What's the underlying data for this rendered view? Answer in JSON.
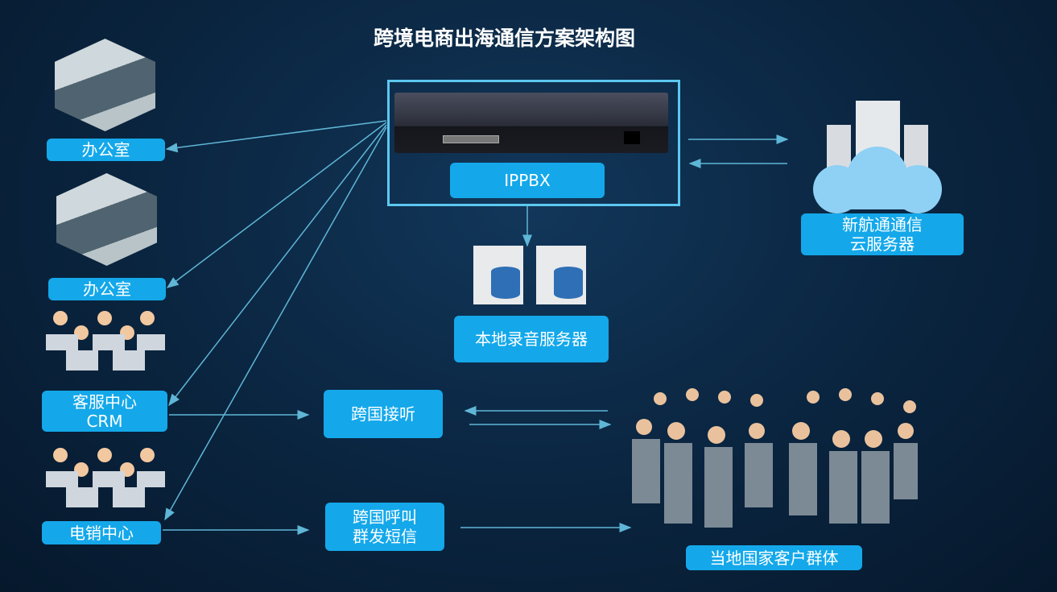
{
  "title": "跨境电商出海通信方案架构图",
  "ippbx": {
    "label": "IPPBX"
  },
  "offices": [
    {
      "label": "办公室"
    },
    {
      "label": "办公室"
    }
  ],
  "customer_service": {
    "line1": "客服中心",
    "line2": "CRM"
  },
  "telesales": {
    "label": "电销中心"
  },
  "inbound": {
    "label": "跨国接听"
  },
  "outbound": {
    "line1": "跨国呼叫",
    "line2": "群发短信"
  },
  "recording": {
    "label": "本地录音服务器"
  },
  "cloud": {
    "line1": "新航通通信",
    "line2": "云服务器"
  },
  "customers": {
    "label": "当地国家客户群体"
  },
  "colors": {
    "label_bg": "#14a8ea",
    "arrow": "#5fb6d6",
    "frame": "#5cc8f0"
  }
}
